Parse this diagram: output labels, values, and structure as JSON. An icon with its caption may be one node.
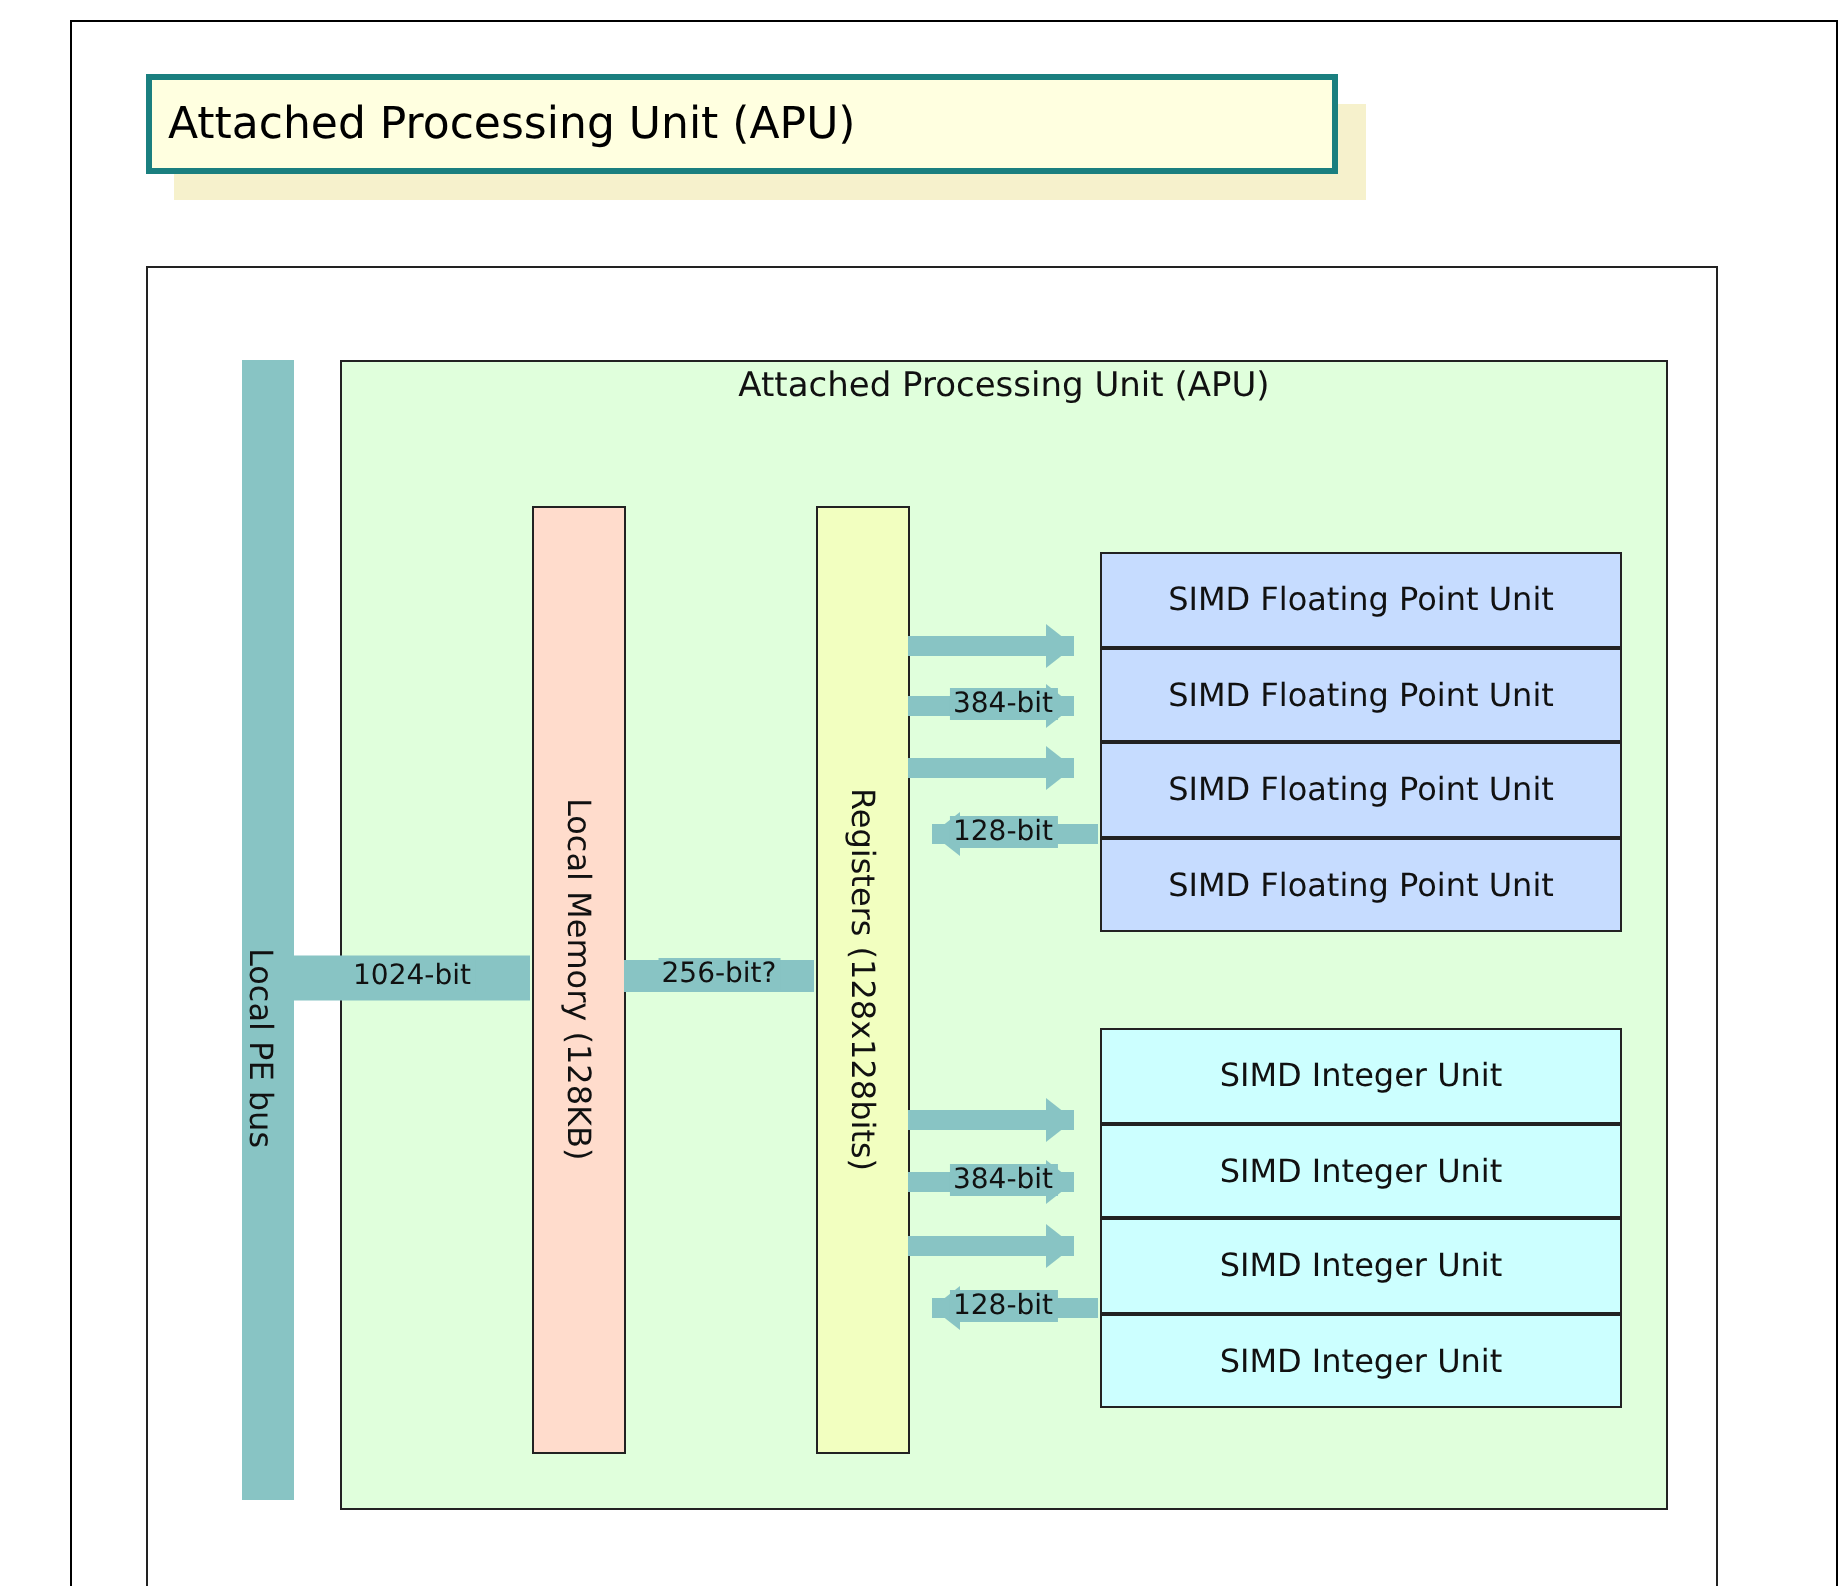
{
  "diagram": {
    "title": "Attached Processing Unit (APU)",
    "nodes": [
      {
        "text": [
          "Local PE bus"
        ]
      },
      {
        "text": [
          "Attached Processing Unit (APU)"
        ]
      },
      {
        "text": [
          "Local Memory (128KB)"
        ],
        "in": 1
      },
      {
        "text": [
          "Registers (128x128bits)"
        ],
        "in": 1
      },
      {
        "text": [
          "SIMD Floating Point Unit"
        ],
        "in": 1
      },
      {
        "text": [
          "SIMD Floating Point Unit"
        ],
        "in": 1
      },
      {
        "text": [
          "SIMD Floating Point Unit"
        ],
        "in": 1
      },
      {
        "text": [
          "SIMD Floating Point Unit"
        ],
        "in": 1
      },
      {
        "text": [
          "SIMD Integer Unit"
        ],
        "in": 1
      },
      {
        "text": [
          "SIMD Integer Unit"
        ],
        "in": 1
      },
      {
        "text": [
          "SIMD Integer Unit"
        ],
        "in": 1
      },
      {
        "text": [
          "SIMD Integer Unit"
        ],
        "in": 1
      }
    ],
    "edges": [
      {
        "from": 0,
        "to": 2,
        "arrow": "none",
        "label": "1024-bit",
        "style": "thick"
      },
      {
        "from": 2,
        "to": 3,
        "arrow": "none",
        "label": "256-bit?"
      },
      {
        "from": 3,
        "to": 4,
        "arrow": "to"
      },
      {
        "from": 3,
        "to": 5,
        "arrow": "to",
        "label": "384-bit"
      },
      {
        "from": 3,
        "to": 6,
        "arrow": "to"
      },
      {
        "from": 7,
        "to": 3,
        "arrow": "to",
        "label": "128-bit"
      },
      {
        "from": 3,
        "to": 8,
        "arrow": "to"
      },
      {
        "from": 3,
        "to": 9,
        "arrow": "to",
        "label": "384-bit"
      },
      {
        "from": 3,
        "to": 10,
        "arrow": "to"
      },
      {
        "from": 11,
        "to": 3,
        "arrow": "to",
        "label": "128-bit"
      }
    ]
  }
}
